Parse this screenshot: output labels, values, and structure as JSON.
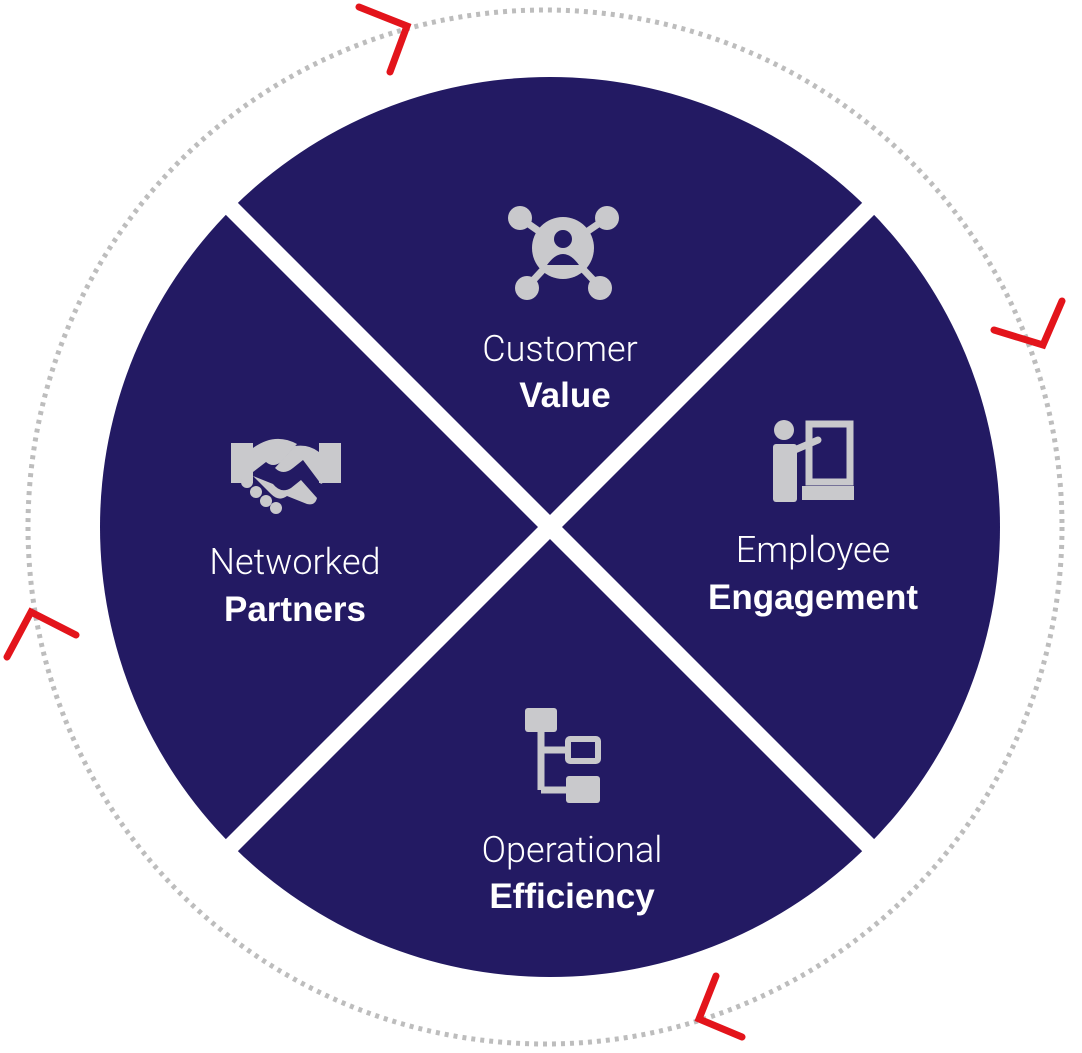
{
  "diagram": {
    "colors": {
      "quadrant": "#231a63",
      "icon": "#c9c9cc",
      "ring": "#bdbdbd",
      "arrow": "#e3141b",
      "text": "#ffffff"
    },
    "quadrants": {
      "top": {
        "title": "Customer",
        "subtitle": "Value",
        "icon": "network-user-icon"
      },
      "right": {
        "title": "Employee",
        "subtitle": "Engagement",
        "icon": "presenter-board-icon"
      },
      "bottom": {
        "title": "Operational",
        "subtitle": "Efficiency",
        "icon": "process-flow-icon"
      },
      "left": {
        "title": "Networked",
        "subtitle": "Partners",
        "icon": "handshake-icon"
      }
    },
    "cycle": {
      "direction": "clockwise",
      "arrow_count": 4
    }
  }
}
